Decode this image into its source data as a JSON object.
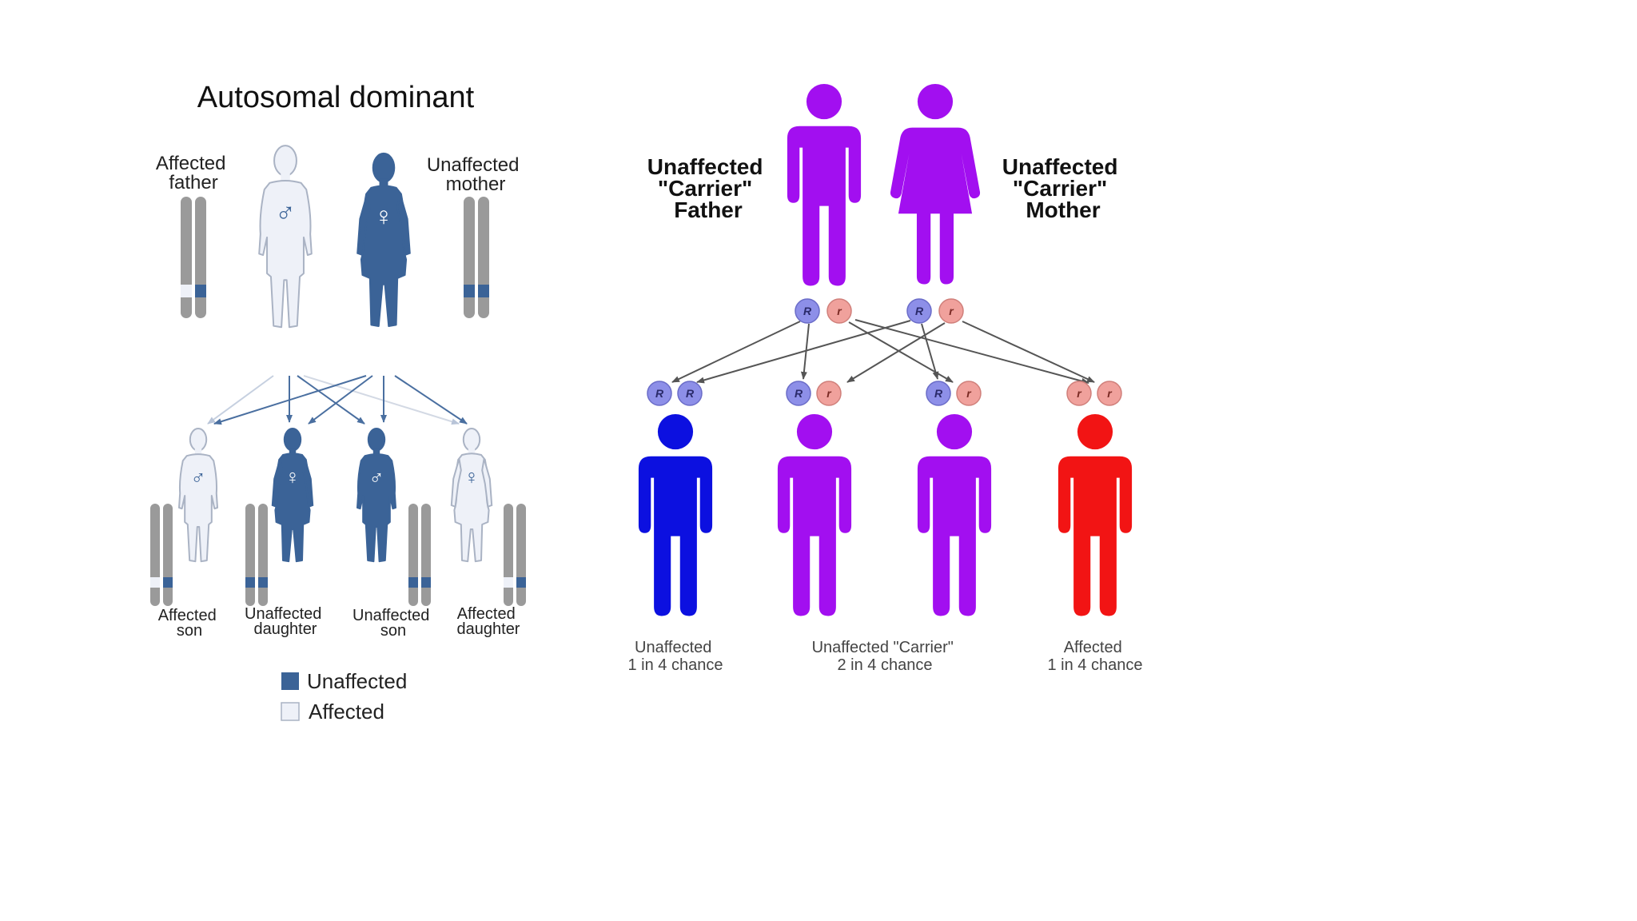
{
  "colors": {
    "dominant_blue": "#3b6397",
    "pale_figure": "#eef1f8",
    "pale_stroke": "#aab3c4",
    "chrom_grey": "#9a9a9a",
    "carrier_purple": "#a20ff0",
    "unaffected_blue": "#0c10e0",
    "affected_red": "#f21414",
    "allele_R": "#8d8fe8",
    "allele_r": "#f0a19c",
    "arrow": "#555555"
  },
  "left_panel": {
    "title": "Autosomal dominant",
    "parents": {
      "father": {
        "label_line1": "Affected",
        "label_line2": "father",
        "symbol": "♂"
      },
      "mother": {
        "label_line1": "Unaffected",
        "label_line2": "mother",
        "symbol": "♀"
      }
    },
    "children": [
      {
        "label_line1": "Affected",
        "label_line2": "son",
        "symbol": "♂"
      },
      {
        "label_line1": "Unaffected",
        "label_line2": "daughter",
        "symbol": "♀"
      },
      {
        "label_line1": "Unaffected",
        "label_line2": "son",
        "symbol": "♂"
      },
      {
        "label_line1": "Affected",
        "label_line2": "daughter",
        "symbol": "♀"
      }
    ],
    "legend": [
      {
        "label": "Unaffected",
        "swatch": "dominant"
      },
      {
        "label": "Affected",
        "swatch": "pale"
      }
    ]
  },
  "right_panel": {
    "father": {
      "line1": "Unaffected",
      "line2": "\"Carrier\"",
      "line3": "Father",
      "alleles": [
        "R",
        "r"
      ]
    },
    "mother": {
      "line1": "Unaffected",
      "line2": "\"Carrier\"",
      "line3": "Mother",
      "alleles": [
        "R",
        "r"
      ]
    },
    "offspring": [
      {
        "alleles": [
          "R",
          "R"
        ],
        "color": "unaffected_blue"
      },
      {
        "alleles": [
          "R",
          "r"
        ],
        "color": "carrier_purple"
      },
      {
        "alleles": [
          "R",
          "r"
        ],
        "color": "carrier_purple"
      },
      {
        "alleles": [
          "r",
          "r"
        ],
        "color": "affected_red"
      }
    ],
    "captions": [
      {
        "line1": "Unaffected",
        "line2": "1 in 4 chance"
      },
      {
        "line1": "Unaffected \"Carrier\"",
        "line2": "2 in 4 chance"
      },
      {
        "line1": "Affected",
        "line2": "1 in 4 chance"
      }
    ]
  }
}
